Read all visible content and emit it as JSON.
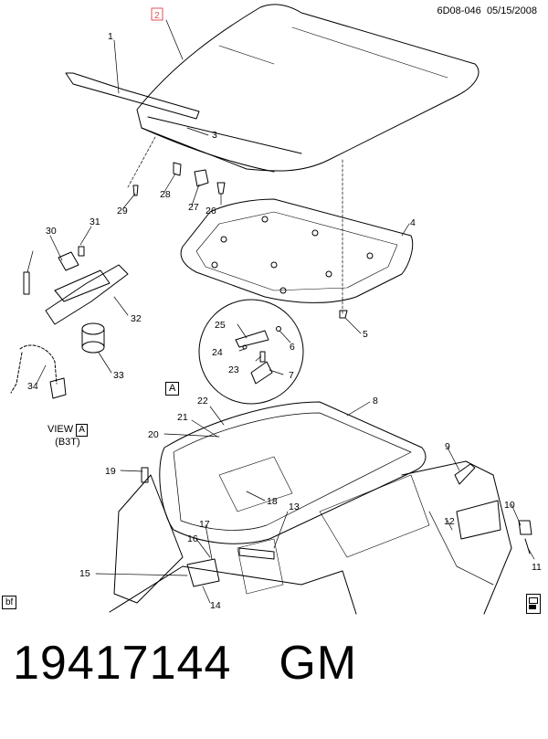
{
  "header": {
    "code": "6D08-046",
    "date": "05/15/2008"
  },
  "view": {
    "label": "VIEW",
    "marker": "A",
    "model": "(B3T)"
  },
  "callout_marker": "A",
  "corner_tag": "bf",
  "part": {
    "number": "19417144",
    "brand": "GM"
  },
  "callouts": [
    "1",
    "2",
    "3",
    "4",
    "5",
    "6",
    "7",
    "8",
    "9",
    "10",
    "11",
    "12",
    "13",
    "14",
    "15",
    "16",
    "17",
    "18",
    "19",
    "20",
    "21",
    "22",
    "23",
    "24",
    "25",
    "26",
    "27",
    "28",
    "29",
    "30",
    "31",
    "32",
    "33",
    "34"
  ],
  "highlight_color": "#e0525a"
}
